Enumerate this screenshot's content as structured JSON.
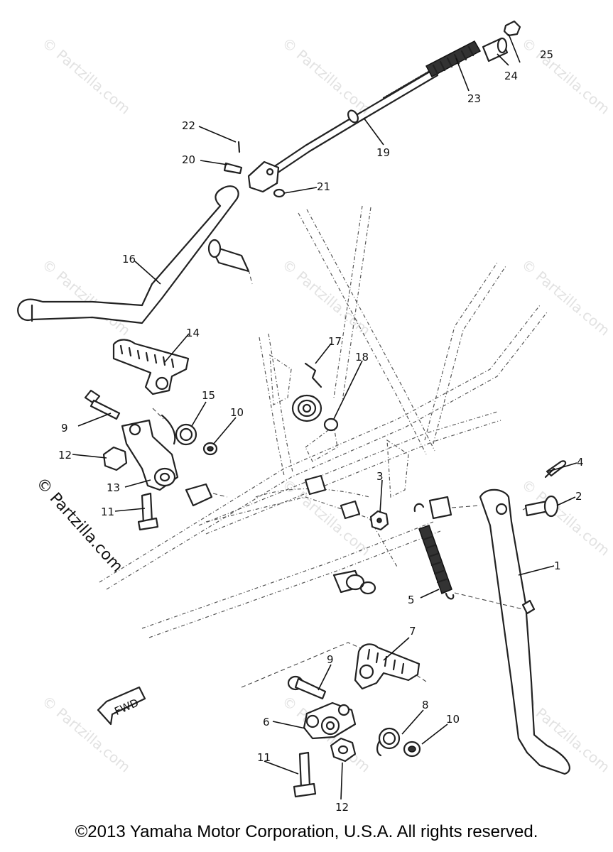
{
  "callouts": [
    {
      "id": "c1",
      "label": "1"
    },
    {
      "id": "c2",
      "label": "2"
    },
    {
      "id": "c3",
      "label": "3"
    },
    {
      "id": "c4",
      "label": "4"
    },
    {
      "id": "c5",
      "label": "5"
    },
    {
      "id": "c6",
      "label": "6"
    },
    {
      "id": "c7",
      "label": "7"
    },
    {
      "id": "c8",
      "label": "8"
    },
    {
      "id": "c9a",
      "label": "9"
    },
    {
      "id": "c9b",
      "label": "9"
    },
    {
      "id": "c10a",
      "label": "10"
    },
    {
      "id": "c10b",
      "label": "10"
    },
    {
      "id": "c11a",
      "label": "11"
    },
    {
      "id": "c11b",
      "label": "11"
    },
    {
      "id": "c12a",
      "label": "12"
    },
    {
      "id": "c12b",
      "label": "12"
    },
    {
      "id": "c13",
      "label": "13"
    },
    {
      "id": "c14",
      "label": "14"
    },
    {
      "id": "c15",
      "label": "15"
    },
    {
      "id": "c16",
      "label": "16"
    },
    {
      "id": "c17",
      "label": "17"
    },
    {
      "id": "c18",
      "label": "18"
    },
    {
      "id": "c19",
      "label": "19"
    },
    {
      "id": "c20",
      "label": "20"
    },
    {
      "id": "c21",
      "label": "21"
    },
    {
      "id": "c22",
      "label": "22"
    },
    {
      "id": "c23",
      "label": "23"
    },
    {
      "id": "c24",
      "label": "24"
    },
    {
      "id": "c25",
      "label": "25"
    }
  ],
  "fwd_label": "FWD",
  "watermark": "© Partzilla.com",
  "copyright": "©2013 Yamaha Motor Corporation, U.S.A. All rights reserved."
}
